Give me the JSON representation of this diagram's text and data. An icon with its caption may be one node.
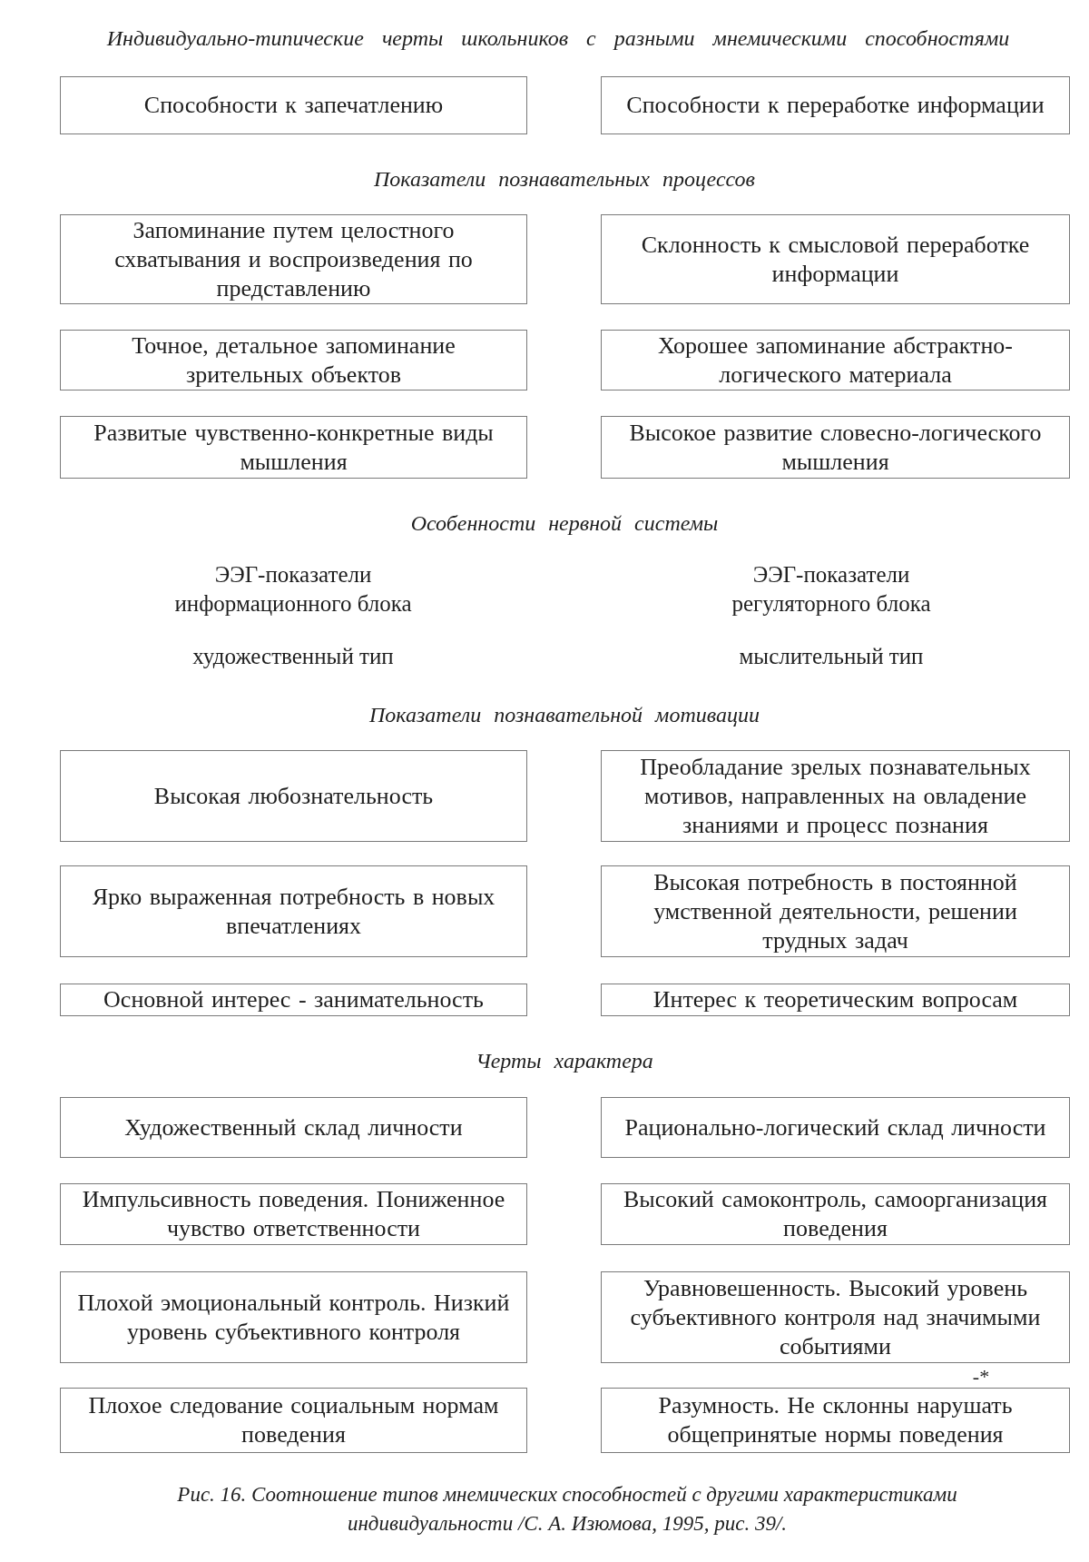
{
  "diagram": {
    "title": "Индивидуально-типические черты школьников с разными мнемическими способностями",
    "caption": "Рис. 16. Соотношение типов мнемических способностей с другими характеристиками индивидуальности /С. А. Изюмова, 1995, рис. 39/.",
    "nodes": [
      {
        "text": [
          "Способности к запечатлению"
        ]
      },
      {
        "text": [
          "Способности к переработке информации"
        ]
      },
      {
        "text": [
          "Запоминание путем целостного схватывания и воспроизведения по представлению"
        ]
      },
      {
        "text": [
          "Склонность к смысловой переработке информации"
        ]
      },
      {
        "text": [
          "Точное, детальное запоминание зрительных объектов"
        ]
      },
      {
        "text": [
          "Хорошее запоминание абстрактно-логического материала"
        ]
      },
      {
        "text": [
          "Развитые чувственно-конкретные виды мышления"
        ]
      },
      {
        "text": [
          "Высокое развитие словесно-логического мышления"
        ]
      },
      {
        "text": [
          "Высокая любознательность"
        ]
      },
      {
        "text": [
          "Преобладание зрелых познавательных мотивов, направленных на овладение знаниями и процесс познания"
        ]
      },
      {
        "text": [
          "Ярко выраженная потребность в новых впечатлениях"
        ]
      },
      {
        "text": [
          "Высокая потребность в постоянной умственной деятельности, решении трудных задач"
        ]
      },
      {
        "text": [
          "Основной интерес - занимательность"
        ]
      },
      {
        "text": [
          "Интерес к теоретическим вопросам"
        ]
      },
      {
        "text": [
          "Художественный склад личности"
        ]
      },
      {
        "text": [
          "Рационально-логический склад личности"
        ]
      },
      {
        "text": [
          "Импульсивность поведения. Пониженное чувство ответственности"
        ]
      },
      {
        "text": [
          "Высокий самоконтроль, самоорганизация поведения"
        ]
      },
      {
        "text": [
          "Плохой эмоциональный контроль. Низкий уровень субъективного контроля"
        ]
      },
      {
        "text": [
          "Уравновешенность. Высокий уровень субъективного контроля над значимыми событиями"
        ]
      },
      {
        "text": [
          "Плохое следование социальным нормам поведения"
        ]
      },
      {
        "text": [
          "Разумность. Не склонны нарушать общепринятые нормы поведения"
        ]
      }
    ],
    "labels": [
      "Показатели познавательных процессов",
      "Особенности нервной системы",
      "ЭЭГ-показатели информационного блока",
      "ЭЭГ-показатели регуляторного блока",
      "художественный тип",
      "мыслительный тип",
      "Показатели познавательной мотивации",
      "Черты характера",
      "-*"
    ]
  }
}
